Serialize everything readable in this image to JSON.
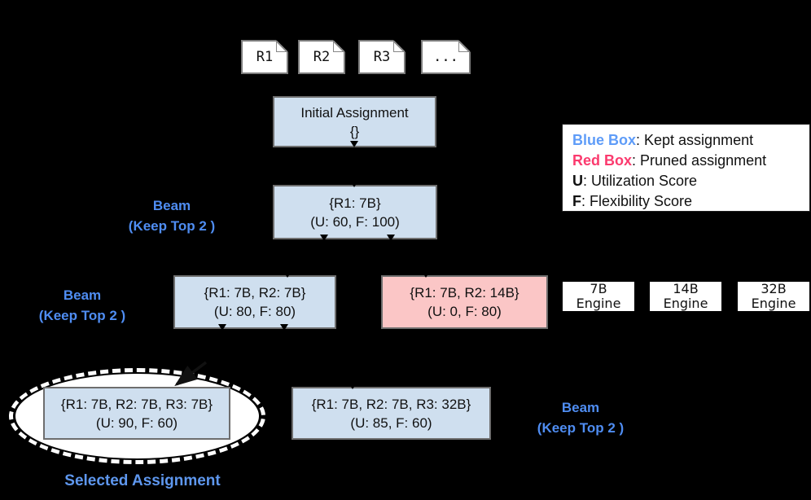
{
  "documents": [
    {
      "label": "R1"
    },
    {
      "label": "R2"
    },
    {
      "label": "R3"
    },
    {
      "label": "..."
    }
  ],
  "nodes": {
    "initial": {
      "line1": "Initial Assignment",
      "line2": "{}"
    },
    "beam1": {
      "line1": "{R1: 7B}",
      "line2": "(U: 60, F: 100)"
    },
    "beam2_kept": {
      "line1": "{R1: 7B, R2: 7B}",
      "line2": "(U: 80, F: 80)"
    },
    "beam2_pruned": {
      "line1": "{R1: 7B, R2: 14B}",
      "line2": "(U: 0, F: 80)"
    },
    "beam3_selected": {
      "line1": "{R1: 7B, R2: 7B, R3: 7B}",
      "line2": "(U: 90, F: 60)"
    },
    "beam3_kept": {
      "line1": "{R1: 7B, R2: 7B, R3: 32B}",
      "line2": "(U: 85, F: 60)"
    }
  },
  "beam_labels": {
    "level1": {
      "line1": "Beam",
      "line2": "(Keep Top 2 )"
    },
    "level2": {
      "line1": "Beam",
      "line2": "(Keep Top 2 )"
    },
    "level3": {
      "line1": "Beam",
      "line2": "(Keep Top 2 )"
    }
  },
  "engines": [
    {
      "size": "7B",
      "label": "Engine"
    },
    {
      "size": "14B",
      "label": "Engine"
    },
    {
      "size": "32B",
      "label": "Engine"
    }
  ],
  "legend": {
    "items": [
      {
        "term": "Blue Box",
        "desc": ": Kept assignment",
        "term_color": "#5e9cf8"
      },
      {
        "term": "Red Box",
        "desc": ": Pruned assignment",
        "term_color": "#fb3a6e"
      },
      {
        "term": "U",
        "desc": ": Utilization Score",
        "term_color": "#111111"
      },
      {
        "term": "F",
        "desc": ": Flexibility Score",
        "term_color": "#111111"
      }
    ]
  },
  "captions": {
    "selected": "Selected Assignment"
  },
  "colors": {
    "background": "#000000",
    "kept_fill": "#cfdfef",
    "pruned_fill": "#fbc6c6",
    "box_border": "#6e6e6e",
    "beam_label_blue": "#4f8df2",
    "highlight_white": "#ffffff"
  }
}
